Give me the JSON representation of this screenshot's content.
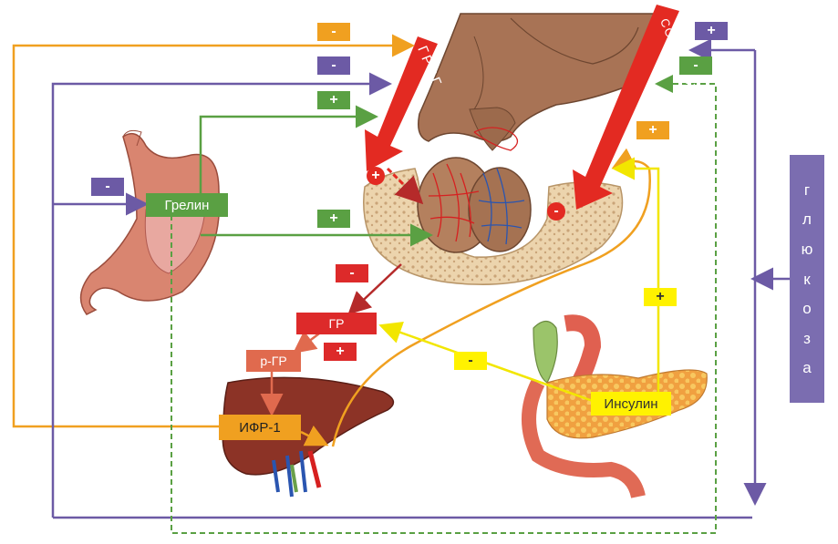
{
  "labels": {
    "grelin": "Грелин",
    "gr": "ГР",
    "r_gr": "р-ГР",
    "ifr1": "ИФР-1",
    "insulin": "Инсулин",
    "grrg": "ГРРГ",
    "somatostatin": "СОМАТОСТАТИН",
    "glucose": "глюкоза"
  },
  "signs": {
    "ifr_to_hypothal": "-",
    "glucose_to_hypothal": "-",
    "grelin_to_hypothal": "+",
    "stomach_input": "-",
    "grelin_to_pituitary": "+",
    "glucose_top": "+",
    "glucose_somato": "-",
    "insulin_up": "+",
    "ifr_curve": "+",
    "gr_out": "-",
    "gr_to_liver": "+",
    "insulin_to_gr": "-",
    "grrg_effect": "+",
    "somato_effect": "-"
  },
  "colors": {
    "green": "#5aa043",
    "purple": "#6c5aa5",
    "orange": "#f0a020",
    "red": "#dd2a2a",
    "salmon": "#e06a4e",
    "yellow": "#fff200"
  }
}
